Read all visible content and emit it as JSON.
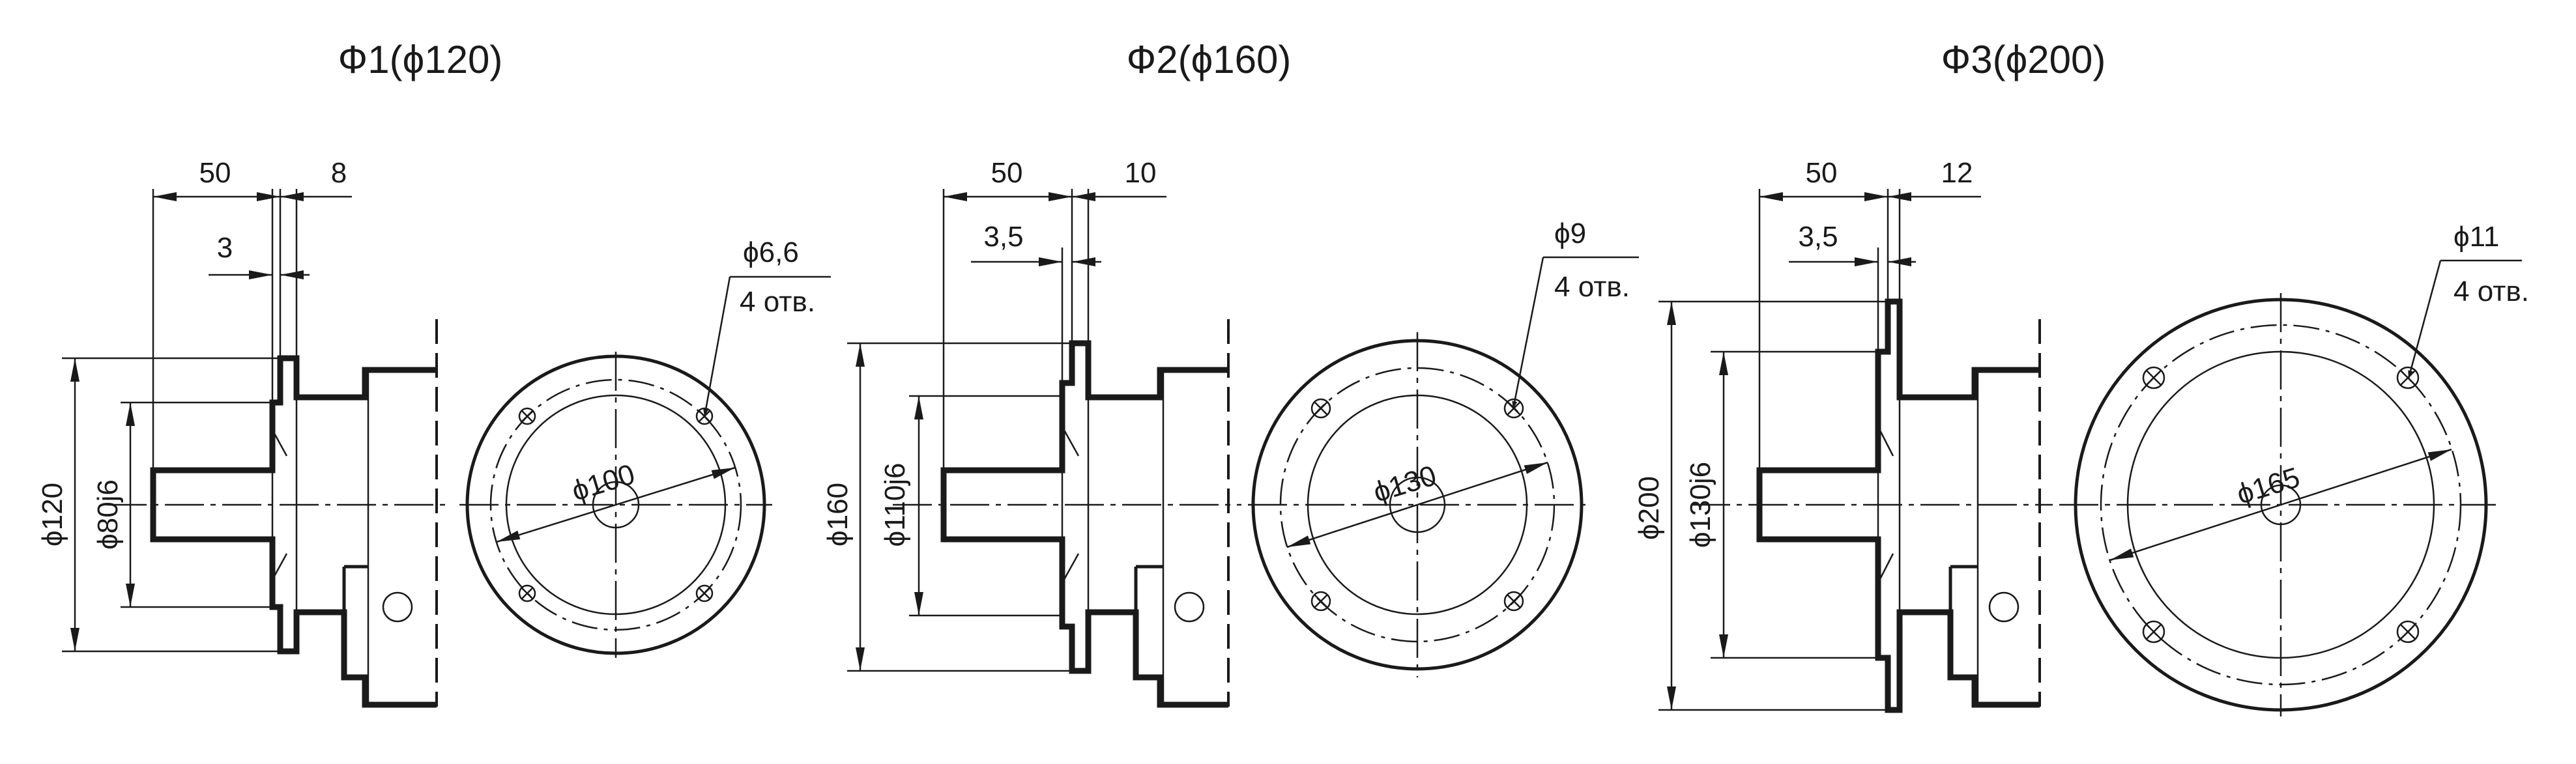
{
  "drawing": {
    "line_color": "#1a1a1a",
    "background": "#ffffff",
    "flanges": [
      {
        "title": "Ф1(ϕ120)",
        "shaft_length": "50",
        "flange_width": "8",
        "spigot_depth": "3",
        "outer_diameter": "ϕ120",
        "shaft_diameter": "ϕ80j6",
        "pcd": "ϕ100",
        "hole_diameter": "ϕ6,6",
        "hole_count": "4 отв."
      },
      {
        "title": "Ф2(ϕ160)",
        "shaft_length": "50",
        "flange_width": "10",
        "spigot_depth": "3,5",
        "outer_diameter": "ϕ160",
        "shaft_diameter": "ϕ110j6",
        "pcd": "ϕ130",
        "hole_diameter": "ϕ9",
        "hole_count": "4 отв."
      },
      {
        "title": "Ф3(ϕ200)",
        "shaft_length": "50",
        "flange_width": "12",
        "spigot_depth": "3,5",
        "outer_diameter": "ϕ200",
        "shaft_diameter": "ϕ130j6",
        "pcd": "ϕ165",
        "hole_diameter": "ϕ11",
        "hole_count": "4 отв."
      }
    ]
  }
}
